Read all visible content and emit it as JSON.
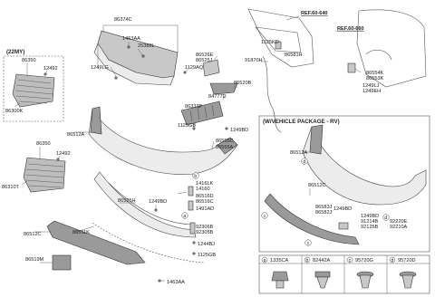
{
  "labels": {
    "l86374C": "86374C",
    "l1463AA_top": "1463AA",
    "l25388L": "25388L",
    "l1249LG": "1249LG",
    "l86526E": "86526E",
    "l86525J": "86525J",
    "l1129AQ": "1129AQ",
    "l86520B": "86520B",
    "l86333P": "86333P",
    "l84777D": "84777D",
    "l1125GB_mid": "1125GB",
    "l1249BD_mid": "1249BD",
    "l86555C": "86555C",
    "l86555A": "86555A",
    "l86512A_main": "86512A",
    "l1416LK": "1416LK",
    "l14160": "14160",
    "l86516D": "86516D",
    "l86516C": "86516C",
    "l1491AD": "1491AD",
    "l86525H": "86525H",
    "l1249BD_lower": "1249BD",
    "l92306B": "92306B",
    "l92305B": "92305B",
    "l1244BJ": "1244BJ",
    "l1125GB_low": "1125GB",
    "l1463AA_bot": "1463AA",
    "l86512C_main": "86512C",
    "l86511K": "86511K",
    "l86519M": "86519M",
    "l86350_22": "86350",
    "l12492_22": "12492",
    "l86300K": "86300K",
    "l86350": "86350",
    "l12492": "12492",
    "l86310T": "86310T",
    "l1125KD": "1125KD",
    "l86581H": "86581H",
    "l91870H": "91870H",
    "l86554K": "86554K",
    "l86553K": "86553K",
    "l1249LJ": "1249LJ",
    "l1249EH": "1249EH",
    "r86512A": "86512A",
    "r86512C": "86512C",
    "r86583J": "86583J",
    "r86582J": "86582J",
    "r1249BD": "1249BD",
    "r1249BD2": "1249BD",
    "r91214B": "91214B",
    "r92125B": "92125B",
    "r92220E": "92220E",
    "r92210A": "92210A"
  },
  "refs": {
    "ref1": "REF.60-640",
    "ref2": "REF.60-660"
  },
  "boxes": {
    "my22": "(22MY)",
    "rv": "(W/VEHICLE PACKAGE - RV)"
  },
  "callouts": [
    "a",
    "b",
    "c",
    "d"
  ],
  "legend": [
    {
      "letter": "a",
      "part": "1335CA"
    },
    {
      "letter": "b",
      "part": "82442A"
    },
    {
      "letter": "c",
      "part": "95720G"
    },
    {
      "letter": "d",
      "part": "95720D"
    }
  ]
}
